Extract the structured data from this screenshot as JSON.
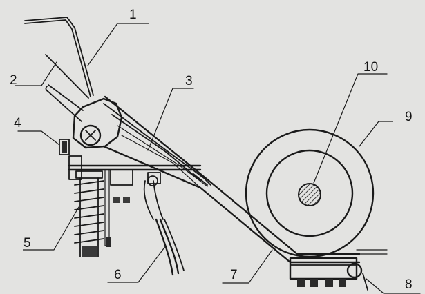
{
  "labels": {
    "l1": "1",
    "l2": "2",
    "l3": "3",
    "l4": "4",
    "l5": "5",
    "l6": "6",
    "l7": "7",
    "l8": "8",
    "l9": "9",
    "l10": "10"
  },
  "colors": {
    "background": "#e3e3e1",
    "ink": "#1a1a1a",
    "shaft": "#6e6e6e"
  }
}
